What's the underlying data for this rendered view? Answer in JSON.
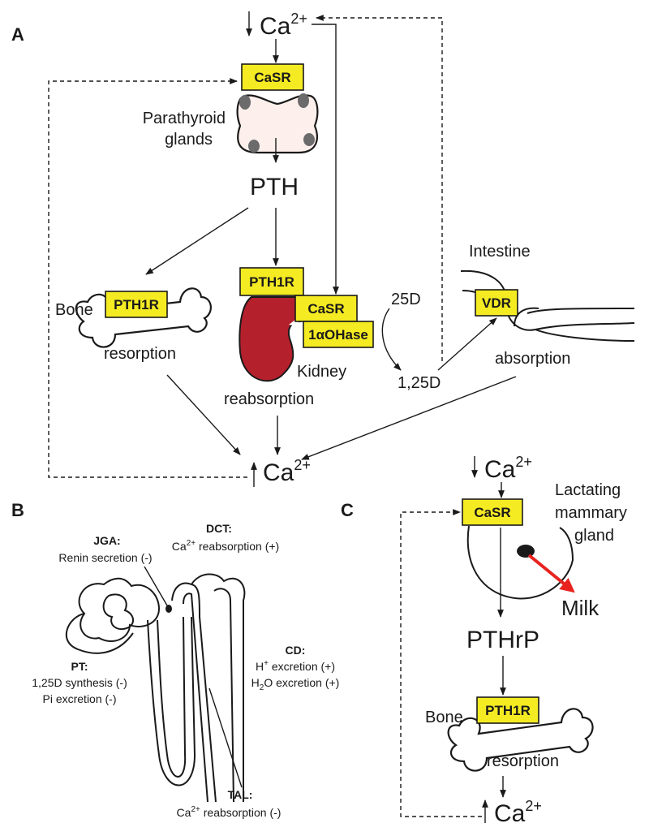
{
  "panels": {
    "a": "A",
    "b": "B",
    "c": "C"
  },
  "colors": {
    "receptor_box": "#f5eb22",
    "kidney": "#b5202d",
    "gland": "#fdf0ec",
    "milk_arrow": "#e8231f"
  },
  "panel_a": {
    "ca_low_ion": "Ca",
    "ca_low_charge": "2+",
    "casr_gland": "CaSR",
    "parathyroid_1": "Parathyroid",
    "parathyroid_2": "glands",
    "pth": "PTH",
    "pth1r_kidney": "PTH1R",
    "casr_kidney": "CaSR",
    "one_alpha_ohase": "1αOHase",
    "kidney": "Kidney",
    "reabsorption": "reabsorption",
    "bone": "Bone",
    "pth1r_bone": "PTH1R",
    "resorption": "resorption",
    "d25": "25D",
    "d125": "1,25D",
    "intestine": "Intestine",
    "vdr": "VDR",
    "absorption": "absorption",
    "ca_high_ion": "Ca",
    "ca_high_charge": "2+"
  },
  "panel_b": {
    "jga_title": "JGA:",
    "jga_text": "Renin secretion (-)",
    "dct_title": "DCT:",
    "dct_ion": "Ca",
    "dct_charge": "2+",
    "dct_text": " reabsorption (+)",
    "pt_title": "PT:",
    "pt_line1": "1,25D synthesis (-)",
    "pt_line2": "Pi excretion (-)",
    "cd_title": "CD:",
    "cd_h": "H",
    "cd_h_charge": "+",
    "cd_h_text": " excretion (+)",
    "cd_h2o_a": "H",
    "cd_h2o_sub": "2",
    "cd_h2o_b": "O excretion (+)",
    "tal_title": "TAL:",
    "tal_ion": "Ca",
    "tal_charge": "2+",
    "tal_text": " reabsorption (-)"
  },
  "panel_c": {
    "ca_low_ion": "Ca",
    "ca_low_charge": "2+",
    "casr": "CaSR",
    "lactating_1": "Lactating",
    "lactating_2": "mammary",
    "lactating_3": "gland",
    "milk": "Milk",
    "pthrp": "PTHrP",
    "bone": "Bone",
    "pth1r": "PTH1R",
    "resorption": "resorption",
    "ca_high_ion": "Ca",
    "ca_high_charge": "2+"
  }
}
